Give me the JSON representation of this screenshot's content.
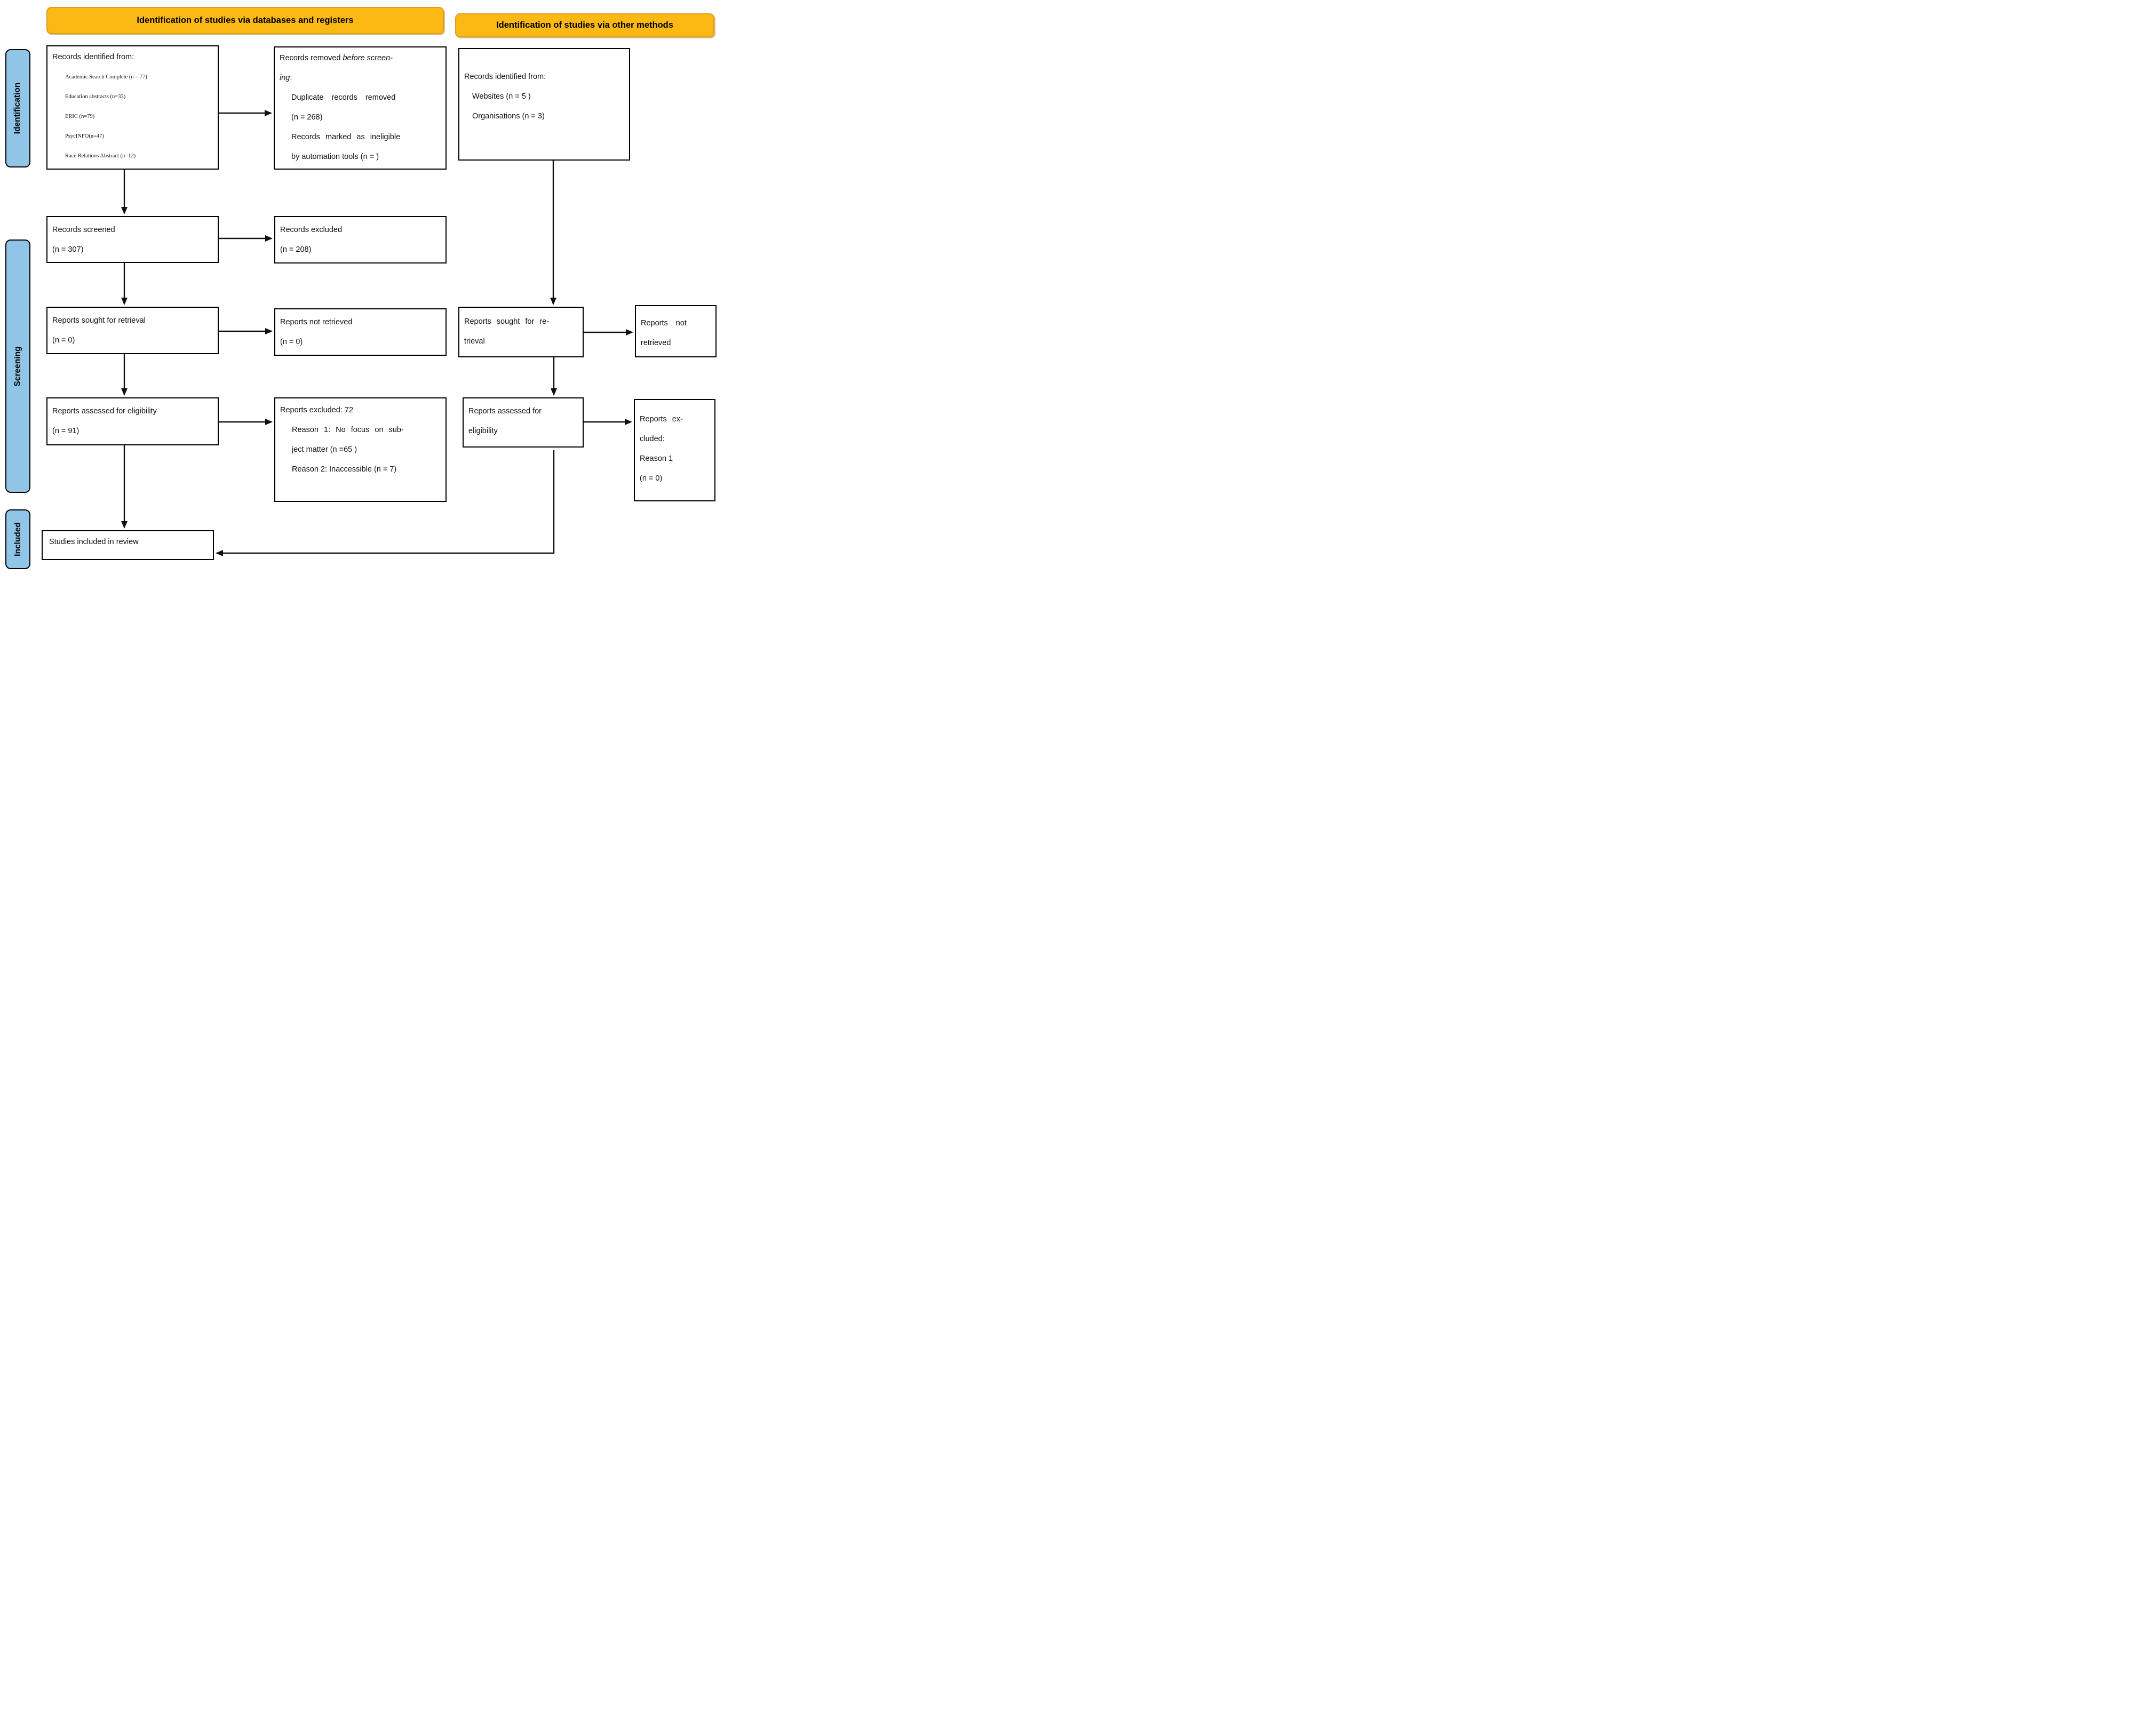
{
  "banners": {
    "databases": "Identification of studies via databases and registers",
    "other": "Identification of studies via other methods"
  },
  "sidebar": {
    "identification": "Identification",
    "screening": "Screening",
    "included": "Included"
  },
  "colors": {
    "banner_fill": "#FCB913",
    "banner_border": "#DE9E26",
    "sidebar_fill": "#90C5E8",
    "line_color": "#111111"
  },
  "boxes": {
    "records_identified_db": {
      "title": "Records identified from:",
      "items": [
        "Academic Search Complete (n = 77)",
        "Education abstracts (n=33)",
        "ERIC (n=79)",
        "PsycINFO(n=47)",
        "Race Relations Abstract (n=12)"
      ]
    },
    "records_removed": {
      "line1_normal": "Records removed ",
      "line1_italic": "before screen-",
      "line2_italic": "ing",
      "line2_normal": ":",
      "lines": [
        "Duplicate records removed",
        "(n = 268)",
        "Records marked as ineligible",
        "by automation tools (n = )"
      ]
    },
    "records_identified_other": {
      "title": "Records identified from:",
      "items": [
        "Websites (n = 5 )",
        "Organisations (n = 3)"
      ]
    },
    "records_screened": {
      "lines": [
        "Records screened",
        "(n = 307)"
      ]
    },
    "records_excluded": {
      "lines": [
        "Records excluded",
        "(n = 208)"
      ]
    },
    "reports_sought_db": {
      "lines": [
        "Reports sought for retrieval",
        "(n = 0)"
      ]
    },
    "reports_not_retrieved_db": {
      "lines": [
        "Reports not retrieved",
        "(n = 0)"
      ]
    },
    "reports_sought_other": {
      "lines": [
        "Reports sought for re-",
        "trieval"
      ]
    },
    "reports_not_retrieved_other": {
      "lines": [
        "Reports not",
        "retrieved"
      ]
    },
    "reports_assessed_db": {
      "lines": [
        "Reports assessed for eligibility",
        "(n = 91)"
      ]
    },
    "reports_excluded_db": {
      "title": "Reports excluded: 72",
      "lines": [
        "Reason 1: No focus on sub-",
        "ject matter (n =65 )",
        "Reason 2: Inaccessible (n = 7)"
      ]
    },
    "reports_assessed_other": {
      "lines": [
        "Reports assessed for",
        "eligibility"
      ]
    },
    "reports_excluded_other": {
      "lines": [
        "Reports ex-",
        "cluded:",
        "Reason 1",
        "(n = 0)"
      ]
    },
    "studies_included": "Studies included in review"
  }
}
